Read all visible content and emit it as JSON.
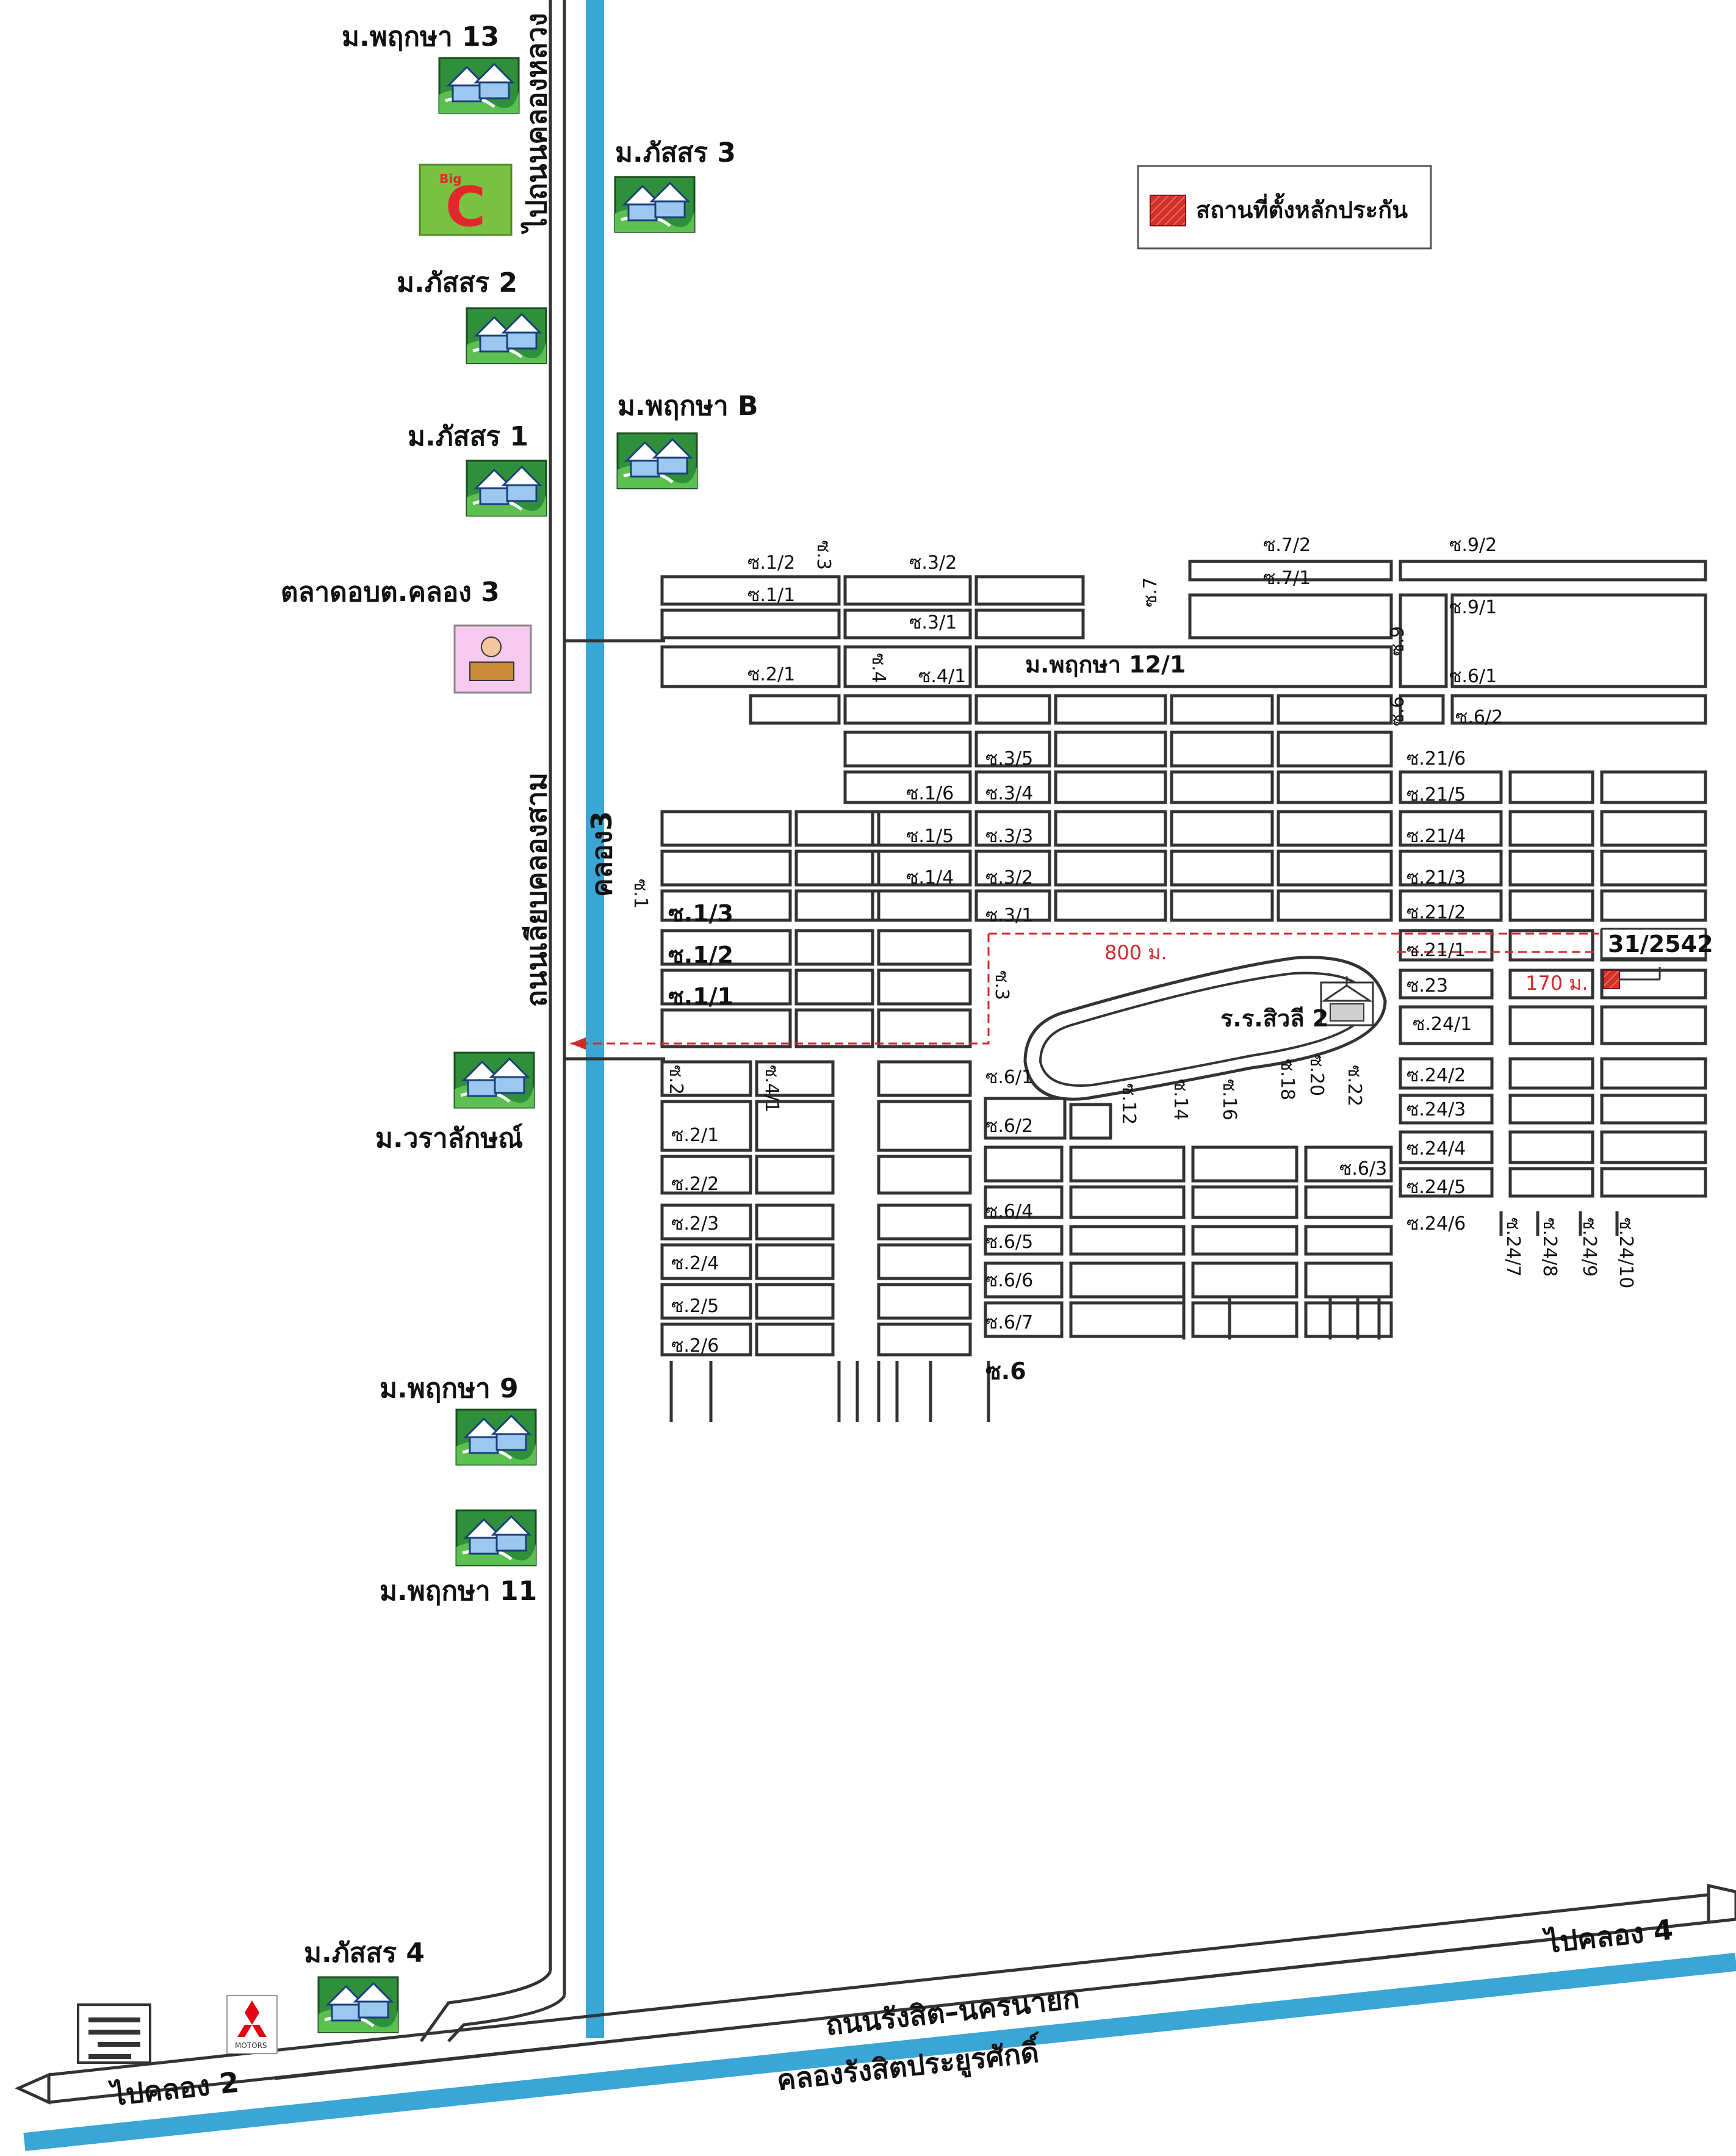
{
  "legend": {
    "text": "สถานที่ตั้งหลักประกัน",
    "color": "#d4302b"
  },
  "villages": {
    "v13": "ม.พฤกษา 13",
    "bhasorn3": "ม.ภัสสร 3",
    "bhasorn2": "ม.ภัสสร 2",
    "pruksaB": "ม.พฤกษา B",
    "bhasorn1": "ม.ภัสสร 1",
    "market": "ตลาดอบต.คลอง 3",
    "waralak": "ม.วราลักษณ์",
    "v9": "ม.พฤกษา 9",
    "v11": "ม.พฤกษา 11",
    "bhasorn4": "ม.ภัสสร 4",
    "v12_1": "ม.พฤกษา 12/1"
  },
  "roads": {
    "to_khlong_luang": "ไปถนนคลองหลวง",
    "side_road": "ถนนเลียบคลองสาม",
    "khlong3": "คลอง3",
    "rangsit_nakhon": "ถนนรังสิต–นครนายก",
    "rangsit_canal": "คลองรังสิตประยูรศักดิ์",
    "to_khlong2": "ไปคลอง 2",
    "to_khlong4": "ไปคลอง 4"
  },
  "brands": {
    "bigc_top": "Big",
    "bigc_c": "C",
    "mitsubishi": "MOTORS"
  },
  "school": "ร.ร.สิวลี 2",
  "plot": {
    "id": "31/2542",
    "dist_h": "800 ม.",
    "dist_v": "170 ม."
  },
  "sois": {
    "s1": "ซ.1",
    "s1_1": "ซ.1/1",
    "s1_2": "ซ.1/2",
    "s1_3": "ซ.1/3",
    "s1_4": "ซ.1/4",
    "s1_5": "ซ.1/5",
    "s1_6": "ซ.1/6",
    "s2": "ซ.2",
    "s2_1": "ซ.2/1",
    "s2_2": "ซ.2/2",
    "s2_3": "ซ.2/3",
    "s2_4": "ซ.2/4",
    "s2_5": "ซ.2/5",
    "s2_6": "ซ.2/6",
    "s3": "ซ.3",
    "s3_1": "ซ.3/1",
    "s3_2": "ซ.3/2",
    "s3_3": "ซ.3/3",
    "s3_4": "ซ.3/4",
    "s3_5": "ซ.3/5",
    "s3_1b": "ซ.3/1",
    "s3_2b": "ซ.3/2",
    "s4": "ซ.4",
    "s4_1": "ซ.4/1",
    "s4_1b": "ซ.4/1",
    "s6": "ซ.6",
    "s6_1": "ซ.6/1",
    "s6_2": "ซ.6/2",
    "s6_3": "ซ.6/3",
    "s6_4": "ซ.6/4",
    "s6_5": "ซ.6/5",
    "s6_6": "ซ.6/6",
    "s6_7": "ซ.6/7",
    "s6_1b": "ซ.6/1",
    "s6_2b": "ซ.6/2",
    "s6b": "ซ.6",
    "s7": "ซ.7",
    "s7_1": "ซ.7/1",
    "s7_2": "ซ.7/2",
    "s9": "ซ.9",
    "s9_1": "ซ.9/1",
    "s9_2": "ซ.9/2",
    "s12": "ซ.12",
    "s14": "ซ.14",
    "s16": "ซ.16",
    "s18": "ซ.18",
    "s20": "ซ.20",
    "s22": "ซ.22",
    "s21_1": "ซ.21/1",
    "s21_2": "ซ.21/2",
    "s21_3": "ซ.21/3",
    "s21_4": "ซ.21/4",
    "s21_5": "ซ.21/5",
    "s21_6": "ซ.21/6",
    "s23": "ซ.23",
    "s24_1": "ซ.24/1",
    "s24_2": "ซ.24/2",
    "s24_3": "ซ.24/3",
    "s24_4": "ซ.24/4",
    "s24_5": "ซ.24/5",
    "s24_6": "ซ.24/6",
    "s24_7": "ซ.24/7",
    "s24_8": "ซ.24/8",
    "s24_9": "ซ.24/9",
    "s24_10": "ซ.24/10"
  }
}
